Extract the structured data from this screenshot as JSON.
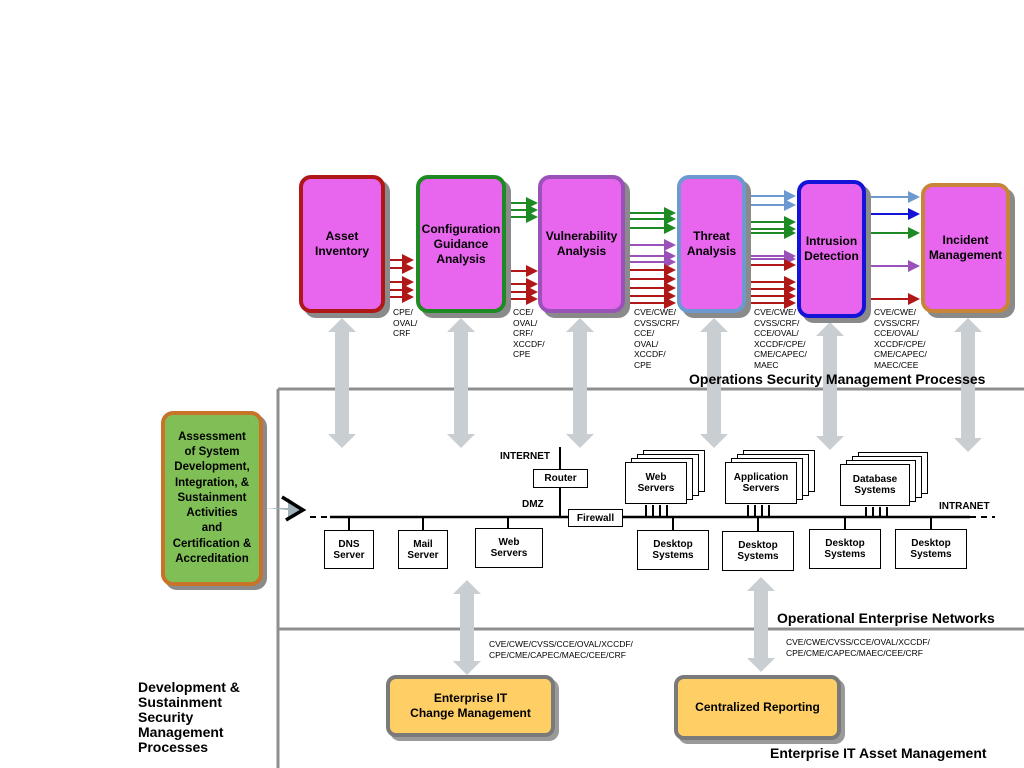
{
  "processes": [
    {
      "id": "asset",
      "label": "Asset\nInventory",
      "border": "#b01818"
    },
    {
      "id": "config",
      "label": "Configuration\nGuidance\nAnalysis",
      "border": "#1e8a24"
    },
    {
      "id": "vuln",
      "label": "Vulnerability\nAnalysis",
      "border": "#9a52b8"
    },
    {
      "id": "threat",
      "label": "Threat\nAnalysis",
      "border": "#6c9ad0"
    },
    {
      "id": "intrusion",
      "label": "Intrusion\nDetection",
      "border": "#1414d8"
    },
    {
      "id": "incident",
      "label": "Incident\nManagement",
      "border": "#c8853a"
    }
  ],
  "standards": {
    "s1": "CPE/\nOVAL/\nCRF",
    "s2": "CCE/\nOVAL/\nCRF/\nXCCDF/\nCPE",
    "s3": "CVE/CWE/\nCVSS/CRF/\nCCE/\nOVAL/\nXCCDF/\nCPE",
    "s4": "CVE/CWE/\nCVSS/CRF/\nCCE/OVAL/\nXCCDF/CPE/\nCME/CAPEC/\nMAEC",
    "s5": "CVE/CWE/\nCVSS/CRF/\nCCE/OVAL/\nXCCDF/CPE/\nCME/CAPEC/\nMAEC/CEE",
    "left_bottom": "CVE/CWE/CVSS/CCE/OVAL/XCCDF/\nCPE/CME/CAPEC/MAEC/CEE/CRF",
    "right_bottom": "CVE/CWE/CVSS/CCE/OVAL/XCCDF/\nCPE/CME/CAPEC/MAEC/CEE/CRF"
  },
  "sections": {
    "operations": "Operations Security Management Processes",
    "networks": "Operational Enterprise Networks",
    "asset_mgmt": "Enterprise IT Asset Management",
    "dev": "Development &\nSustainment\nSecurity\nManagement\nProcesses"
  },
  "assessment": "Assessment\nof System\nDevelopment,\nIntegration, &\nSustainment\nActivities\nand\nCertification &\nAccreditation",
  "network": {
    "internet": "INTERNET",
    "router": "Router",
    "dmz": "DMZ",
    "firewall": "Firewall",
    "intranet": "INTRANET",
    "dmz_nodes": [
      "DNS\nServer",
      "Mail\nServer",
      "Web\nServers"
    ],
    "server_stacks": [
      "Web\nServers",
      "Application\nServers",
      "Database\nSystems"
    ],
    "desktops": [
      "Desktop\nSystems",
      "Desktop\nSystems",
      "Desktop\nSystems",
      "Desktop\nSystems"
    ]
  },
  "bottom": {
    "change_mgmt": "Enterprise IT\nChange Management",
    "reporting": "Centralized Reporting"
  },
  "colors": {
    "process_fill": "#e866ee",
    "assessment_fill": "#7fbf55",
    "assessment_border": "#c8732a",
    "bottom_fill": "#ffcf66",
    "arrow_fill": "#c9ced2"
  }
}
